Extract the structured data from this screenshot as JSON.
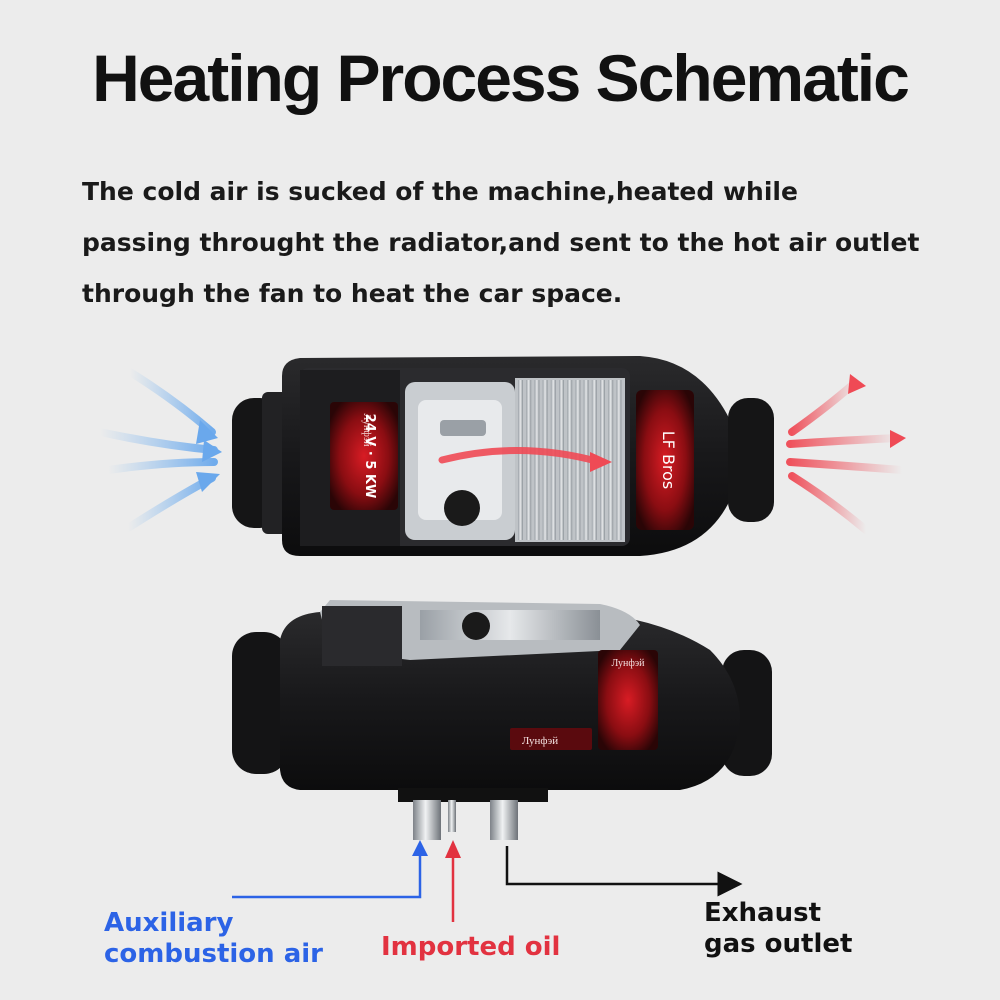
{
  "title": "Heating Process Schematic",
  "description": {
    "lines": [
      "The cold air is sucked of the machine,heated while",
      "passing throught the radiator,and sent to the hot air outlet",
      "through the fan to heat the car space."
    ]
  },
  "heater_top": {
    "left_label_brand": "Лунфэй",
    "left_label_spec": "24 V · 5 KW",
    "right_label_brand": "LF Bros"
  },
  "heater_bottom": {
    "side_label_brand": "Лунфэй",
    "plate_brand": "Лунфэй"
  },
  "ports": {
    "auxiliary_air": {
      "label_lines": [
        "Auxiliary",
        "combustion air"
      ],
      "color": "#2c63e6"
    },
    "imported_oil": {
      "label": "Imported oil",
      "color": "#e23240"
    },
    "exhaust": {
      "label_lines": [
        "Exhaust",
        "gas outlet"
      ],
      "color": "#111111"
    }
  },
  "colors": {
    "background": "#ececec",
    "cold_air": "#7fb8f0",
    "hot_air": "#ef4a55",
    "heater_body": "#1c1c1e"
  }
}
